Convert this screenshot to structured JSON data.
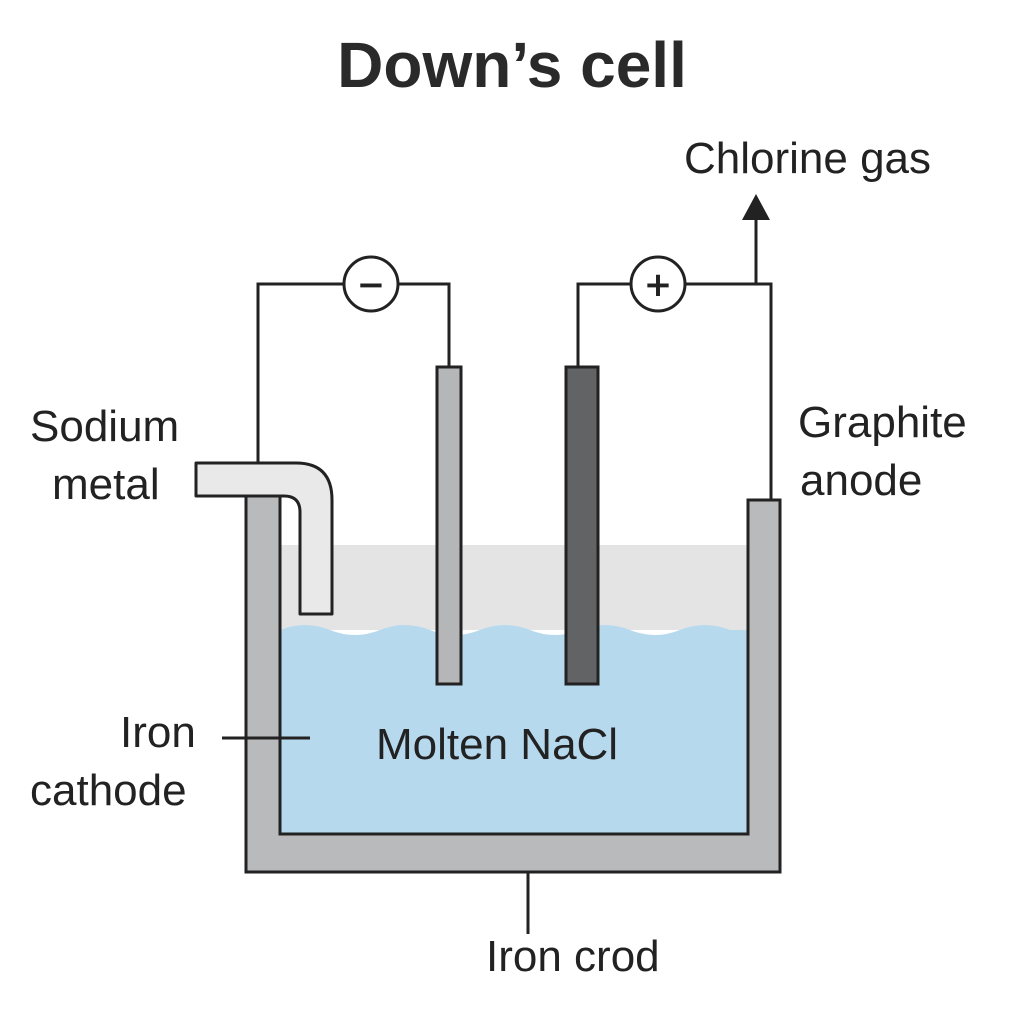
{
  "title": "Down’s cell",
  "labels": {
    "chlorine_gas": "Chlorine gas",
    "sodium_metal_line1": "Sodium",
    "sodium_metal_line2": "metal",
    "graphite_anode_line1": "Graphite",
    "graphite_anode_line2": "anode",
    "iron_cathode_line1": "Iron",
    "iron_cathode_line2": "cathode",
    "molten_nacl": "Molten NaCl",
    "iron_crod": "Iron crod"
  },
  "terminals": {
    "negative": "−",
    "positive": "+"
  },
  "colors": {
    "vessel_wall": "#b9babc",
    "molten_nacl": "#b7d9ee",
    "gas_space": "#e4e4e5",
    "iron_cathode_rod": "#b5b6b8",
    "graphite_anode_rod": "#626365",
    "sodium_pipe": "#e9e9ea",
    "outline": "#222222"
  }
}
